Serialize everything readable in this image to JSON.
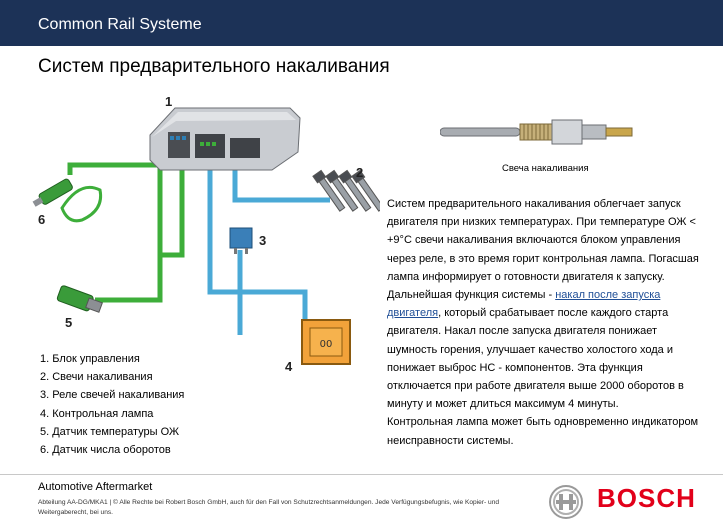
{
  "header": {
    "title": "Common Rail Systeme"
  },
  "page_title": "Систем предварительного накаливания",
  "diagram": {
    "numbers": [
      "1",
      "2",
      "3",
      "4",
      "5",
      "6"
    ],
    "lamp_label": "00"
  },
  "legend": [
    "1. Блок управления",
    "2. Свечи накаливания",
    "3. Реле свечей накаливания",
    "4. Контрольная лампа",
    "5. Датчик температуры ОЖ",
    "6. Датчик числа оборотов"
  ],
  "plug_caption": "Свеча накаливания",
  "description": {
    "part1": "Систем предварительного накаливания облегчает запуск двигателя при низких температурах. При температуре ОЖ < +9°С свечи накаливания включаются блоком управления через реле, в это время горит контрольная лампа. Погасшая лампа информирует о готовности двигателя к запуску. Дальнейшая функция системы - ",
    "link": "накал после запуска двигателя",
    "part2": ", который срабатывает после каждого старта двигателя. Накал после запуска двигателя понижает шумность горения, улучшает качество холостого хода и понижает выброс НС - компонентов. Эта функция отключается при работе двигателя выше 2000 оборотов в минуту и может длиться максимум  4 минуты.",
    "part3": "Контрольная лампа может быть одновременно индикатором неисправности системы."
  },
  "footer": {
    "title": "Automotive Aftermarket",
    "legal": "Abteilung AA-DG/MKA1 | © Alle Rechte bei Robert Bosch GmbH, auch für den Fall von Schutzrechtsanmeldungen. Jede Verfügungsbefugnis, wie Kopier- und Weitergaberecht, bei uns.",
    "brand": "BOSCH"
  },
  "colors": {
    "header_bg": "#1c3257",
    "green_wire": "#3dae3a",
    "blue_wire": "#4aa9d6",
    "bosch_red": "#e2001a",
    "lamp_fill": "#f2a23a"
  }
}
